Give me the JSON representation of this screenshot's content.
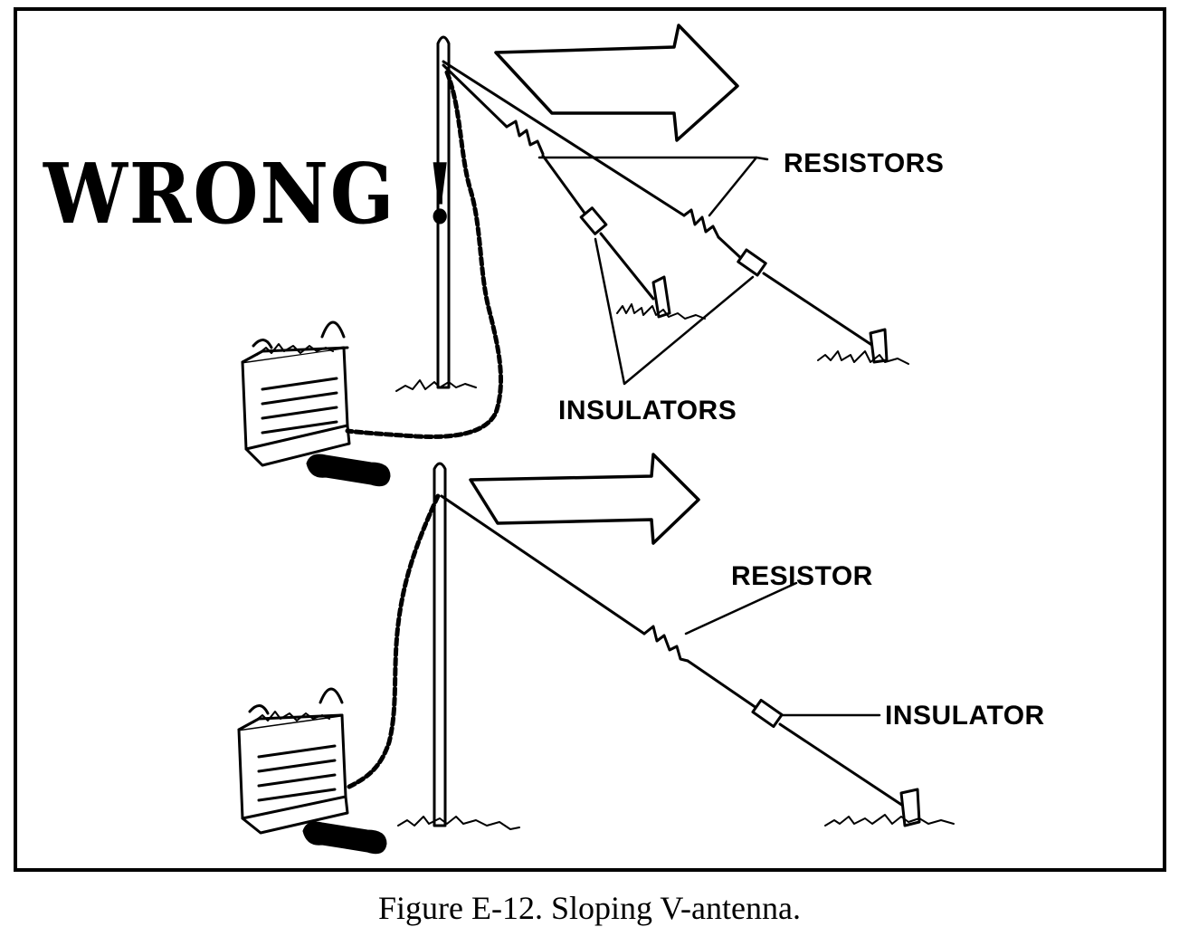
{
  "diagram": {
    "wrong_label": "WRONG !",
    "top_labels": {
      "resistors": "RESISTORS",
      "insulators": "INSULATORS"
    },
    "bottom_labels": {
      "resistor": "RESISTOR",
      "insulator": "INSULATOR"
    },
    "caption": "Figure E-12. Sloping V-antenna."
  }
}
